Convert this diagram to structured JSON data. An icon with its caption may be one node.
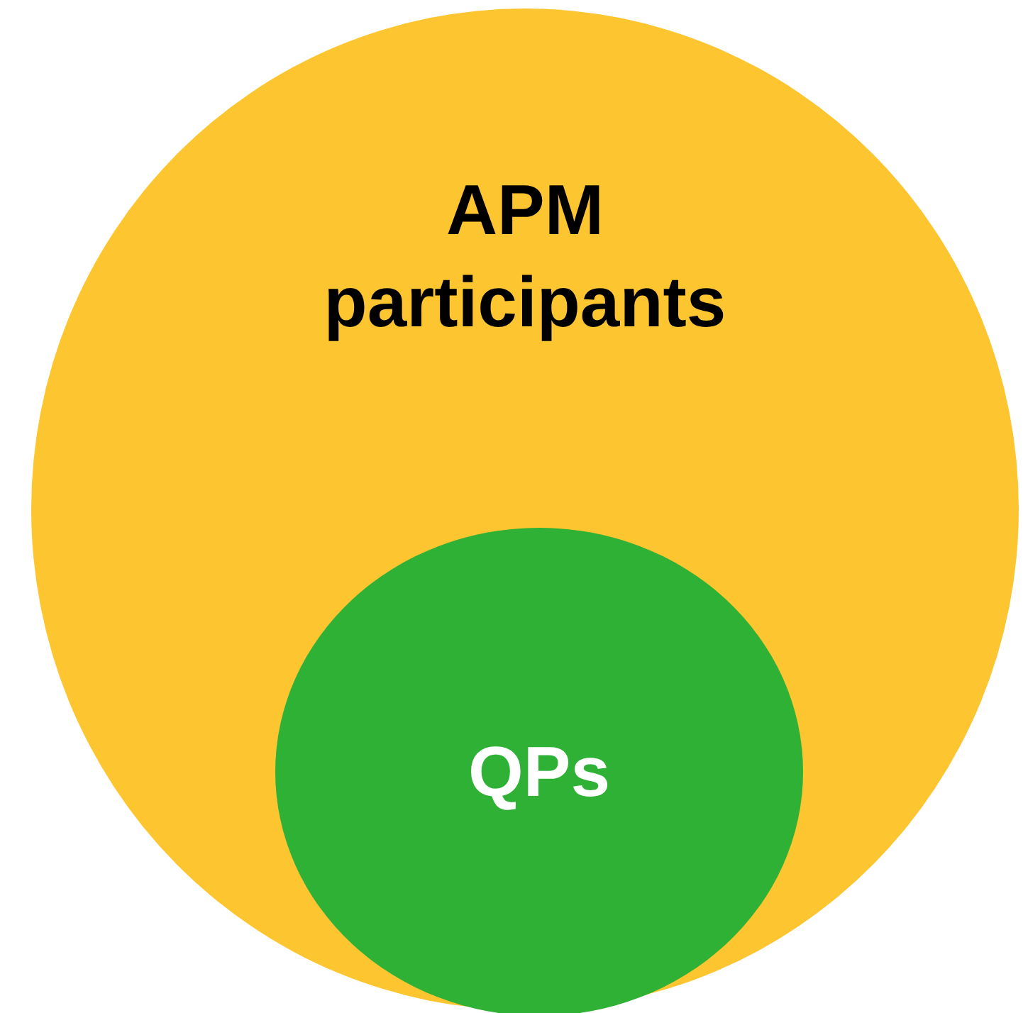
{
  "diagram": {
    "nodes": [
      {
        "text": [
          "APM participants"
        ]
      },
      {
        "text": [
          "QPs"
        ],
        "in": 0
      }
    ]
  }
}
